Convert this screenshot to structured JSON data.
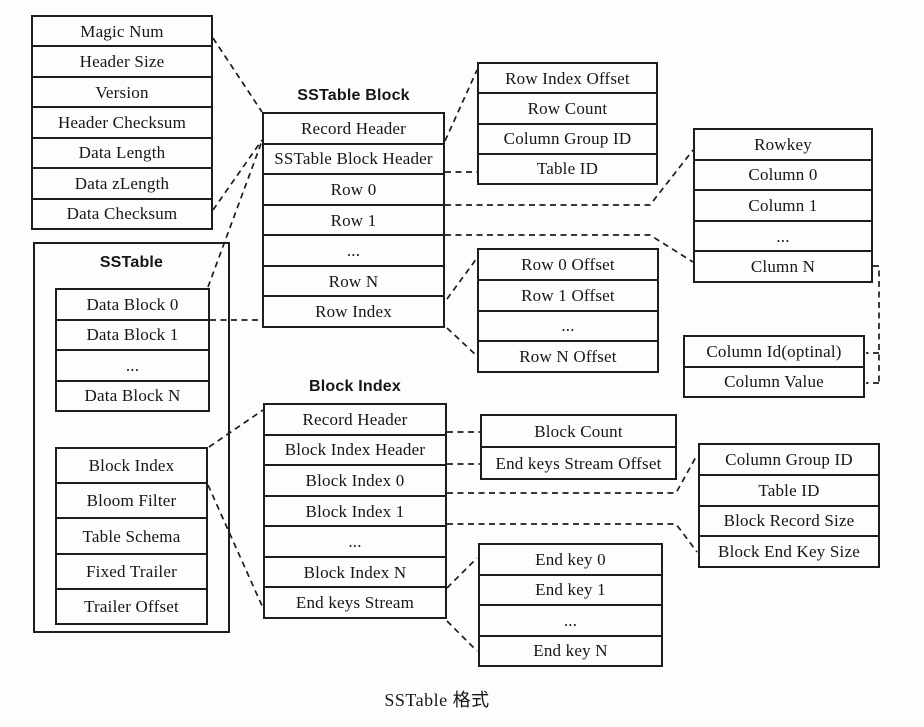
{
  "caption": "SSTable 格式",
  "boxes": {
    "record_header": {
      "rows": [
        "Magic Num",
        "Header Size",
        "Version",
        "Header Checksum",
        "Data Length",
        "Data zLength",
        "Data Checksum"
      ]
    },
    "sstable": {
      "title": "SSTable",
      "data_blocks": [
        "Data Block 0",
        "Data Block 1",
        "...",
        "Data Block N"
      ],
      "meta_blocks": [
        "Block Index",
        "Bloom Filter",
        "Table Schema",
        "Fixed Trailer",
        "Trailer Offset"
      ]
    },
    "sstable_block": {
      "title": "SSTable Block",
      "rows": [
        "Record Header",
        "SSTable Block Header",
        "Row 0",
        "Row 1",
        "...",
        "Row N",
        "Row Index"
      ]
    },
    "block_index": {
      "title": "Block Index",
      "rows": [
        "Record Header",
        "Block Index Header",
        "Block Index 0",
        "Block Index 1",
        "...",
        "Block Index N",
        "End keys Stream"
      ]
    },
    "row_index_offset": {
      "rows": [
        "Row Index Offset",
        "Row Count",
        "Column Group ID",
        "Table ID"
      ]
    },
    "row_offsets": {
      "rows": [
        "Row 0 Offset",
        "Row 1 Offset",
        "...",
        "Row N Offset"
      ]
    },
    "block_count": {
      "rows": [
        "Block Count",
        "End keys Stream Offset"
      ]
    },
    "end_keys": {
      "rows": [
        "End key 0",
        "End key 1",
        "...",
        "End key N"
      ]
    },
    "row_content": {
      "rows": [
        "Rowkey",
        "Column 0",
        "Column 1",
        "...",
        "Clumn N"
      ]
    },
    "column_pair": {
      "rows": [
        "Column Id(optinal)",
        "Column Value"
      ]
    },
    "block_index_entry": {
      "rows": [
        "Column Group ID",
        "Table ID",
        "Block Record Size",
        "Block End Key Size"
      ]
    }
  },
  "colors": {
    "line": "#1d1d1d",
    "background": "#fdfdfc"
  }
}
